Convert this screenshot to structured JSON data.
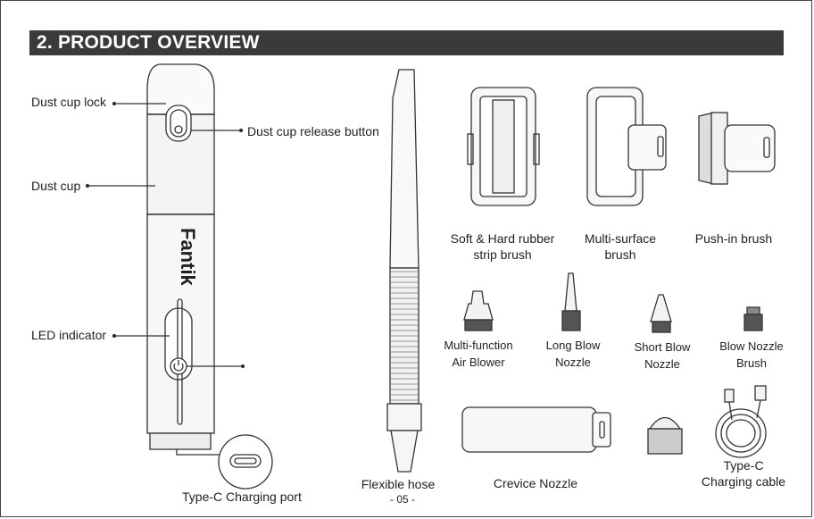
{
  "header": {
    "title": "2. PRODUCT OVERVIEW"
  },
  "device": {
    "brand": "Fantik",
    "labels": {
      "dust_cup_lock": "Dust cup lock",
      "dust_cup_release_button": "Dust cup release button",
      "dust_cup": "Dust cup",
      "led_indicator": "LED indicator",
      "charging_port": "Type-C Charging port"
    }
  },
  "accessories": {
    "soft_hard_brush": "Soft & Hard rubber\nstrip brush",
    "multi_surface_brush": "Multi-surface\nbrush",
    "push_in_brush": "Push-in brush",
    "multi_function_blower": "Multi-function\nAir Blower",
    "long_blow_nozzle": "Long Blow\nNozzle",
    "short_blow_nozzle": "Short Blow\nNozzle",
    "blow_nozzle_brush": "Blow Nozzle\nBrush",
    "flexible_hose": "Flexible hose",
    "crevice_nozzle": "Crevice Nozzle",
    "charging_cable": "Type-C\nCharging cable"
  },
  "page_number": "- 05 -"
}
